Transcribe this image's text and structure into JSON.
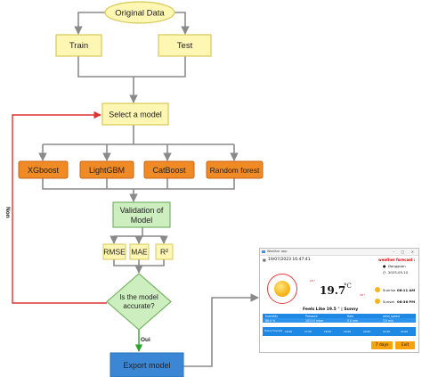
{
  "flowchart": {
    "original_data": "Original Data",
    "train": "Train",
    "test": "Test",
    "select_model": "Select a model",
    "models": [
      "XGboost",
      "LightGBM",
      "CatBoost",
      "Random forest"
    ],
    "validation": [
      "Validation of",
      "Model"
    ],
    "metrics": [
      "RMSE",
      "MAE",
      "R²"
    ],
    "decision": [
      "Is the model",
      "accurate?"
    ],
    "no_label": "Non",
    "yes_label": "Oui",
    "export": "Export model"
  },
  "colors": {
    "yellow_fill": "#fef6b3",
    "yellow_stroke": "#d8c957",
    "orange_fill": "#f08a24",
    "orange_stroke": "#c8651b",
    "green_fill": "#cdeebe",
    "green_stroke": "#79b566",
    "blue_fill": "#3c86d6",
    "arrow_gray": "#8a8a8a",
    "loop_red": "#e03030",
    "yes_green": "#2aa52a"
  },
  "weather_app": {
    "window_title": "Weather app",
    "window_buttons": "–  □  ✕",
    "datetime": "19/07/2023 16:47:41",
    "forecast_label": "weather forecast :",
    "location": "Dongguan",
    "date": "2023-05-10",
    "temp_value": "19.7",
    "temp_unit": "°C",
    "mini_hi": "24 °",
    "mini_lo": "16 °",
    "feels_like": "Feels Like  19.5 °  |  Sunny",
    "sunrise_label": "Sunrise",
    "sunrise_time": "06:11 AM",
    "sunset_label": "Sunset",
    "sunset_time": "06:36 PM",
    "headers": [
      "humidity",
      "Pressure",
      "Rain",
      "wind_speed"
    ],
    "values": [
      "86.0 %",
      "1013.0 mbar",
      "0.0 mm",
      "3.0 m/s"
    ],
    "forecast_row_label": "Hourly forecast",
    "forecast_cells": [
      "16:00",
      "17:00",
      "18:00",
      "19:00",
      "20:00",
      "21:00",
      "22:00"
    ],
    "btn_days": "7 days",
    "btn_exit": "Exit"
  }
}
